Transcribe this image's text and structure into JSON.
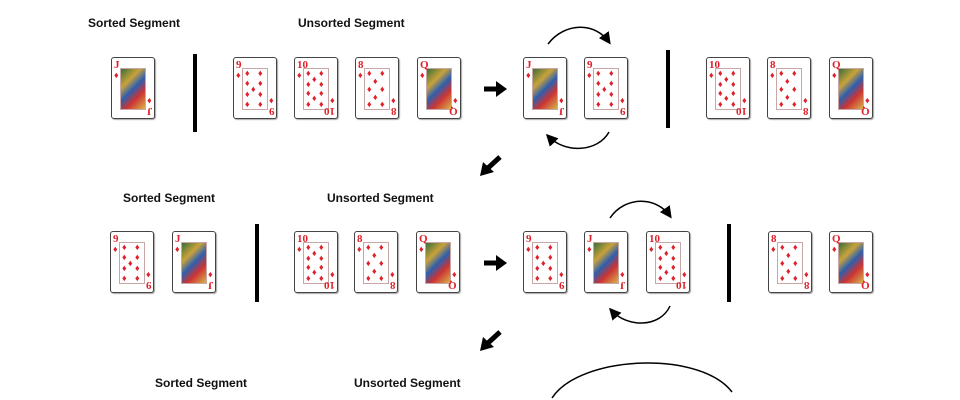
{
  "labels": {
    "sorted": "Sorted Segment",
    "unsorted": "Unsorted Segment"
  },
  "colors": {
    "card_red": "#e0202a",
    "ink": "#000000"
  },
  "rows": [
    {
      "left": {
        "sorted": [
          "J"
        ],
        "unsorted": [
          "9",
          "10",
          "8",
          "Q"
        ]
      },
      "right": {
        "sorted": [
          "J",
          "9"
        ],
        "unsorted": [
          "10",
          "8",
          "Q"
        ]
      }
    },
    {
      "left": {
        "sorted": [
          "9",
          "J"
        ],
        "unsorted": [
          "10",
          "8",
          "Q"
        ]
      },
      "right": {
        "sorted": [
          "9",
          "J",
          "10"
        ],
        "unsorted": [
          "8",
          "Q"
        ]
      }
    }
  ],
  "suit": "♦"
}
